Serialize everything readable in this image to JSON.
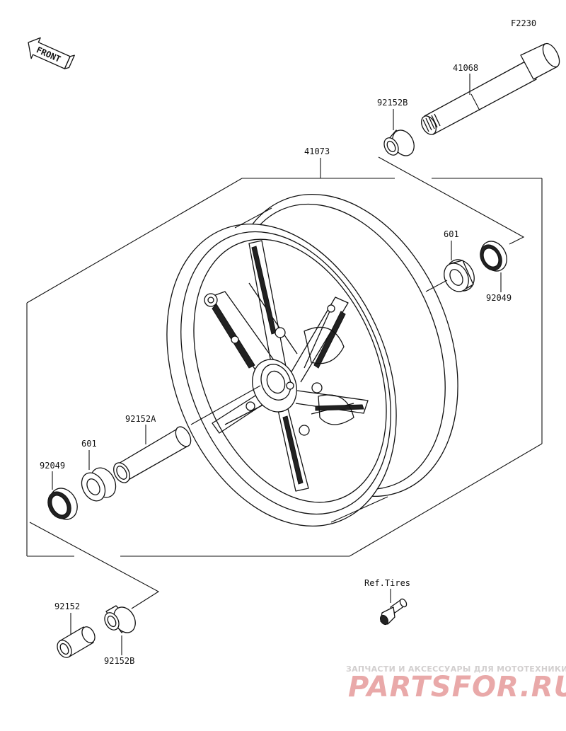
{
  "diagram_code": "F2230",
  "front_label": "FRONT",
  "parts": {
    "axle": "41068",
    "collar_top": "92152B",
    "wheel": "41073",
    "bearing_right": "601",
    "seal_right": "92049",
    "spacer": "92152A",
    "bearing_left": "601",
    "seal_left": "92049",
    "collar_left": "92152",
    "collar_bottom": "92152B"
  },
  "ref_tires": "Ref.Tires",
  "watermark": {
    "subtitle": "ЗАПЧАСТИ И АКСЕССУАРЫ ДЛЯ МОТОТЕХНИКИ",
    "brand": "PARTSFOR.RU"
  }
}
